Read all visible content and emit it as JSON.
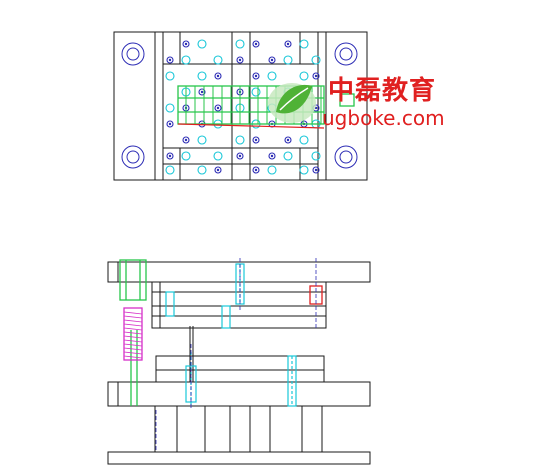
{
  "watermark": {
    "brand_cn": "中磊教育",
    "site": "ugboke.com",
    "logo_icon": "leaf-logo-icon"
  },
  "colors": {
    "outline": "#1a1a1a",
    "hole": "#2d2db5",
    "cyan": "#19c7d8",
    "green": "#27c64a",
    "magenta": "#d630c8",
    "red": "#e02020",
    "gray": "#6a6a6a"
  },
  "views": [
    "top-plan-view",
    "front-section-view"
  ]
}
